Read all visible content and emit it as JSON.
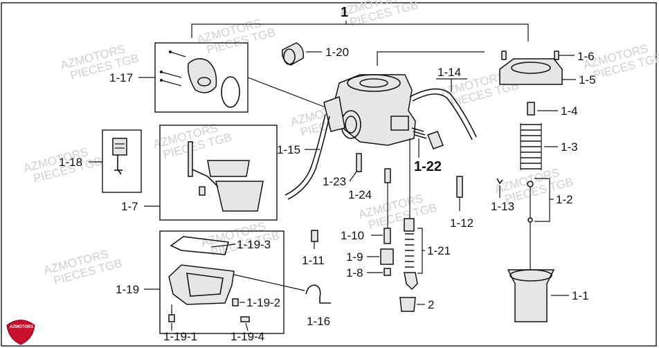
{
  "diagram": {
    "main_label": "1",
    "labels": {
      "p1_1": "1-1",
      "p1_2": "1-2",
      "p1_3": "1-3",
      "p1_4": "1-4",
      "p1_5": "1-5",
      "p1_6": "1-6",
      "p1_7": "1-7",
      "p1_8": "1-8",
      "p1_9": "1-9",
      "p1_10": "1-10",
      "p1_11": "1-11",
      "p1_12": "1-12",
      "p1_13": "1-13",
      "p1_14": "1-14",
      "p1_15": "1-15",
      "p1_16": "1-16",
      "p1_17": "1-17",
      "p1_18": "1-18",
      "p1_19": "1-19",
      "p1_19_1": "1-19-1",
      "p1_19_2": "1-19-2",
      "p1_19_3": "1-19-3",
      "p1_19_4": "1-19-4",
      "p1_20": "1-20",
      "p1_21": "1-21",
      "p1_22": "1-22",
      "p1_23": "1-23",
      "p1_24": "1-24",
      "p2": "2"
    }
  },
  "watermark": {
    "line1": "AZMOTORS",
    "line2": "PIECES TGB"
  },
  "logo": {
    "text": "AZMOTORS",
    "color": "#c8102e"
  }
}
